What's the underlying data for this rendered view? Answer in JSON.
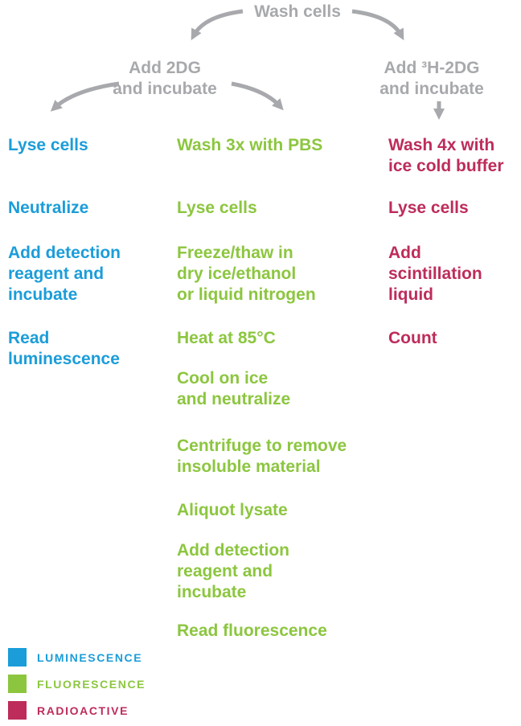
{
  "colors": {
    "gray": "#a7a9ac",
    "luminescence_blue": "#1b9dd9",
    "fluorescence_green": "#8cc63f",
    "radioactive_red": "#bd2c5a"
  },
  "flow": {
    "root": "Wash cells",
    "branch_left": "Add 2DG\nand incubate",
    "branch_right": "Add ³H-2DG\nand incubate"
  },
  "columns": {
    "luminescence": {
      "steps": [
        "Lyse cells",
        "Neutralize",
        "Add detection\nreagent and\nincubate",
        "Read\nluminescence"
      ]
    },
    "fluorescence": {
      "steps": [
        "Wash 3x with PBS",
        "Lyse cells",
        "Freeze/thaw in\ndry ice/ethanol\nor liquid nitrogen",
        "Heat at 85°C",
        "Cool on ice\nand neutralize",
        "Centrifuge to remove\ninsoluble material",
        "Aliquot lysate",
        "Add detection\nreagent and\nincubate",
        "Read fluorescence"
      ]
    },
    "radioactive": {
      "steps": [
        "Wash 4x with\nice cold buffer",
        "Lyse cells",
        "Add\nscintillation\nliquid",
        "Count"
      ]
    }
  },
  "legend": [
    {
      "label": "LUMINESCENCE",
      "color": "#1b9dd9"
    },
    {
      "label": "FLUORESCENCE",
      "color": "#8cc63f"
    },
    {
      "label": "RADIOACTIVE",
      "color": "#bd2c5a"
    }
  ]
}
